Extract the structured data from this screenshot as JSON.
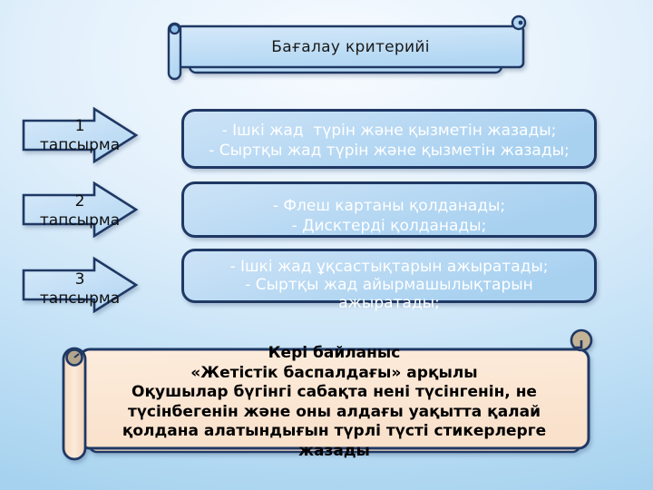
{
  "banner": {
    "title": "Бағалау критерийі"
  },
  "tasks": [
    {
      "number": "1",
      "word": "тапсырма",
      "criteria_lines": [
        "- Ішкі жад  түрін және қызметін жазады;",
        "- Сыртқы жад түрін және қызметін жазады;"
      ]
    },
    {
      "number": "2",
      "word": "тапсырма",
      "criteria_lines": [
        "- Флеш картаны қолданады;",
        "- Дисктерді қолданады;"
      ]
    },
    {
      "number": "3",
      "word": "тапсырма",
      "criteria_lines": [
        "- Ішкі жад ұқсастықтарын ажыратады;",
        "- Сыртқы жад айырмашылықтарын",
        "ажыратады;"
      ]
    }
  ],
  "feedback": {
    "title": "Кері байланыс",
    "subtitle": "«Жетістік баспалдағы» арқылы",
    "body_lines": [
      "Оқушылар бүгінгі сабақта нені түсінгенін, не",
      "түсінбегенін және оны алдағы уақытта қалай",
      "қолдана алатындығын түрлі түсті стикерлерге",
      "жазады"
    ]
  },
  "colors": {
    "border": "#1f3864",
    "blue-light": "#cde3f7",
    "blue-mid": "#a8d1f0",
    "peach": "#fbe6d3",
    "peach-roll": "#f6ddc6",
    "tan-curl": "#c4b394",
    "white-text": "#ffffff"
  }
}
